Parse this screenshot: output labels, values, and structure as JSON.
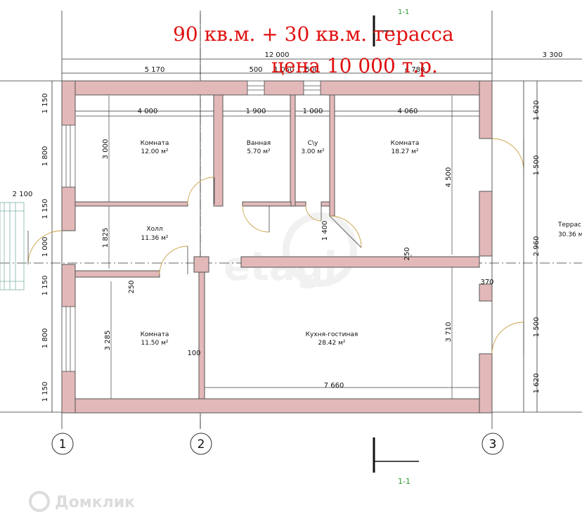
{
  "headline": {
    "area": "90  кв.м.  +  30  кв.м.  терасса",
    "price": "цена 10  000  т.р."
  },
  "section": {
    "top": "1-1",
    "bottom": "1-1"
  },
  "axes": [
    "1",
    "2",
    "3"
  ],
  "dimensions": {
    "overall": "12 000",
    "terrace_width": "3 300",
    "left_part": "5 170",
    "window_1": "500",
    "gap": "1 050",
    "window_2": "500",
    "right_part": "4 780",
    "room1_width": "4 000",
    "bath_width": "1 900",
    "wc_width": "1 000",
    "room3_width": "4 060",
    "left_1": "1 150",
    "left_2": "1 800",
    "left_3": "1 150",
    "left_4": "1 000",
    "left_5": "1 150",
    "left_6": "1 800",
    "left_7": "1 150",
    "porch": "2 100",
    "right_1": "1 620",
    "right_2": "1 500",
    "right_3": "2 960",
    "right_4": "1 500",
    "right_5": "1 620",
    "room1_depth": "3 000",
    "hall_depth": "1 825",
    "room2_depth": "3 285",
    "room3_depth": "4 500",
    "wc_door": "1 400",
    "kitchen_depth": "3 710",
    "kitchen_width": "7 660",
    "wall_250_a": "250",
    "wall_250_b": "250",
    "wall_370": "370",
    "wall_100": "100"
  },
  "rooms": {
    "room1": {
      "name": "Комната",
      "area": "12.00 м²"
    },
    "bath": {
      "name": "Ванная",
      "area": "5.70 м²"
    },
    "wc": {
      "name": "С\\у",
      "area": "3.00 м²"
    },
    "room3": {
      "name": "Комната",
      "area": "18.27 м²"
    },
    "hall": {
      "name": "Холл",
      "area": "11.36 м²"
    },
    "room2": {
      "name": "Комната",
      "area": "11.50 м²"
    },
    "kitchen": {
      "name": "Кухня-гостиная",
      "area": "28.42 м²"
    },
    "terrace": {
      "name": "Террас",
      "area": "30.36 м"
    }
  },
  "watermark": {
    "etagi": "etagi",
    "domclick": "Домклик"
  },
  "colors": {
    "wall": "#e2b8b8",
    "wall_stroke": "#555555",
    "headline": "#e01010",
    "section_mark": "#2e9a2e"
  }
}
